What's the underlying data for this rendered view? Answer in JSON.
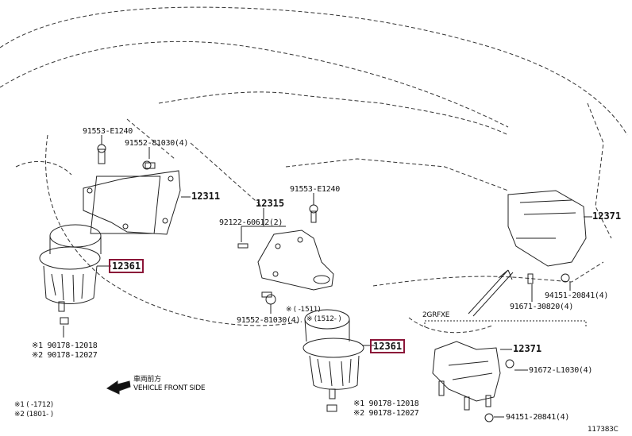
{
  "highlight_color": "#8b1538",
  "labels": {
    "bolt_left_top": "91553-E1240",
    "bolt_left_4": "91552-81030(4)",
    "bracket_left": "12311",
    "insulator_left": "12361",
    "nut_left_1": "※1 90178-12018",
    "nut_left_2": "※2 90178-12027",
    "bracket_center": "12315",
    "bolt_center_2": "92122-60612(2)",
    "bolt_center_top": "91553-E1240",
    "bolt_center_4": "91552-81030(4)",
    "center_note_1": "※ (      -1511)",
    "center_note_2": "※ (1512-      )",
    "insulator_center": "12361",
    "nut_center_1": "※1 90178-12018",
    "nut_center_2": "※2 90178-12027",
    "rear_mount_top": "12371",
    "nut_rear_top": "94151-20841(4)",
    "bolt_rear_top": "91671-30820(4)",
    "variant_label": "2GRFXE",
    "rear_mount_bottom": "12371",
    "bolt_rear_bottom": "91672-L1030(4)",
    "nut_rear_bottom": "94151-20841(4)",
    "direction_jp": "車両前方",
    "direction_en": "VEHICLE FRONT SIDE",
    "footnote_1": "※1 (      -1712)",
    "footnote_2": "※2 (1801-      )",
    "diagram_id": "117383C"
  }
}
